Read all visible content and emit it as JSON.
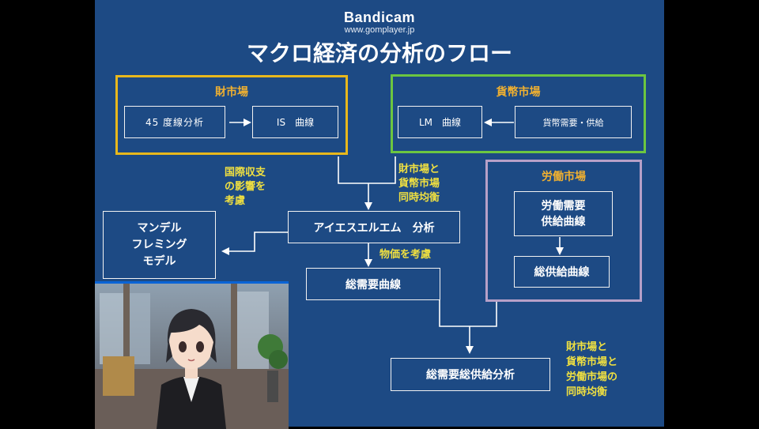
{
  "watermark": {
    "brand": "Bandicam",
    "url": "www.gomplayer.jp"
  },
  "title": "マクロ経済の分析のフロー",
  "goods_market": {
    "label": "財市場",
    "box1": "45 度線分析",
    "box2": "IS　曲線"
  },
  "money_market": {
    "label": "貨幣市場",
    "box1": "LM　曲線",
    "box2": "貨幣需要・供給"
  },
  "labor_market": {
    "label": "労働市場",
    "box1": [
      "労働需要",
      "供給曲線"
    ],
    "box2": "総供給曲線"
  },
  "center": {
    "islm": "アイエスエルエム　分析",
    "ad": "総需要曲線",
    "adas": "総需要総供給分析",
    "mundell": [
      "マンデル",
      "フレミング",
      "モデル"
    ]
  },
  "annotations": {
    "balance_of_payments": [
      "国際収支",
      "の影響を",
      "考慮"
    ],
    "goods_money_eq": [
      "財市場と",
      "貨幣市場",
      "同時均衡"
    ],
    "price": "物価を考慮",
    "all_eq": [
      "財市場と",
      "貨幣市場と",
      "労働市場の",
      "同時均衡"
    ]
  },
  "colors": {
    "background": "#1d4a84",
    "goods_frame": "#e8b81c",
    "money_frame": "#6cc640",
    "labor_frame": "#b7a0c8",
    "annotation": "#f0e040"
  }
}
